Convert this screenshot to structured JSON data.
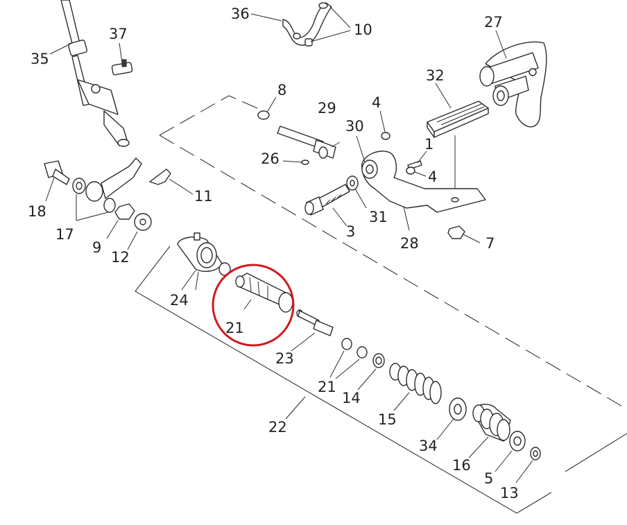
{
  "diagram": {
    "highlight_color": "#d0191e",
    "callouts": [
      {
        "id": "c36",
        "label": "36"
      },
      {
        "id": "c10",
        "label": "10"
      },
      {
        "id": "c27",
        "label": "27"
      },
      {
        "id": "c37",
        "label": "37"
      },
      {
        "id": "c35",
        "label": "35"
      },
      {
        "id": "c32",
        "label": "32"
      },
      {
        "id": "c8",
        "label": "8"
      },
      {
        "id": "c29",
        "label": "29"
      },
      {
        "id": "c4a",
        "label": "4"
      },
      {
        "id": "c30",
        "label": "30"
      },
      {
        "id": "c1",
        "label": "1"
      },
      {
        "id": "c26",
        "label": "26"
      },
      {
        "id": "c4b",
        "label": "4"
      },
      {
        "id": "c11",
        "label": "11"
      },
      {
        "id": "c18",
        "label": "18"
      },
      {
        "id": "c17",
        "label": "17"
      },
      {
        "id": "c9",
        "label": "9"
      },
      {
        "id": "c12",
        "label": "12"
      },
      {
        "id": "c31",
        "label": "31"
      },
      {
        "id": "c3",
        "label": "3"
      },
      {
        "id": "c28",
        "label": "28"
      },
      {
        "id": "c7",
        "label": "7"
      },
      {
        "id": "c24",
        "label": "24"
      },
      {
        "id": "c21a",
        "label": "21"
      },
      {
        "id": "c23",
        "label": "23"
      },
      {
        "id": "c21b",
        "label": "21"
      },
      {
        "id": "c14",
        "label": "14"
      },
      {
        "id": "c15",
        "label": "15"
      },
      {
        "id": "c22",
        "label": "22"
      },
      {
        "id": "c34",
        "label": "34"
      },
      {
        "id": "c16",
        "label": "16"
      },
      {
        "id": "c5",
        "label": "5"
      },
      {
        "id": "c13",
        "label": "13"
      }
    ]
  }
}
